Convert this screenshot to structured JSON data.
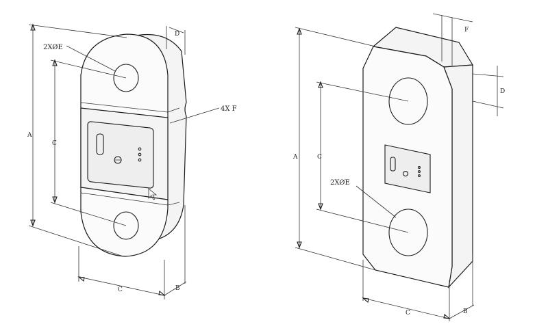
{
  "left_view": {
    "labels": {
      "holes": "2XØE",
      "height": "A",
      "hole_spacing": "C",
      "thickness_top": "D",
      "fillet": "4X F",
      "width": "C",
      "thickness_bottom": "B"
    }
  },
  "right_view": {
    "labels": {
      "chamfer": "F",
      "height": "A",
      "hole_spacing": "C",
      "depth": "D",
      "holes": "2XØE",
      "width": "C",
      "thickness": "B"
    }
  },
  "colors": {
    "line": "#1a1a1a",
    "fill": "#f4f4f4",
    "background": "#ffffff"
  }
}
